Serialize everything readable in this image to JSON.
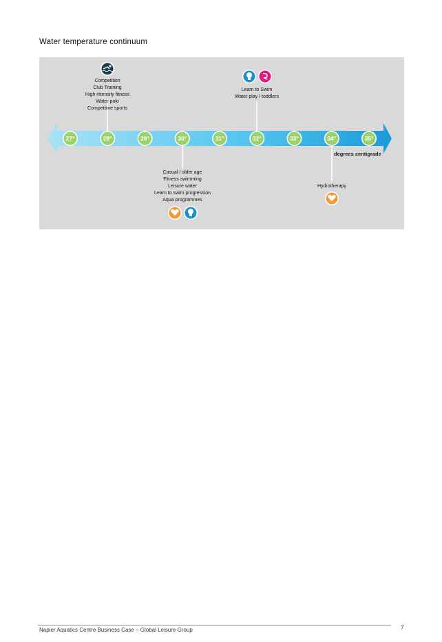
{
  "heading": "Water temperature continuum",
  "continuum": {
    "ticks": [
      "27°",
      "28°",
      "29°",
      "30°",
      "31°",
      "32°",
      "33°",
      "34°",
      "35°"
    ],
    "unit_label": "degrees centigrade",
    "groups": [
      {
        "temperature": "28°",
        "position": "above",
        "icons": [
          "swimmer-icon"
        ],
        "items": [
          "Competition",
          "Club Training",
          "High intensity fitness",
          "Water polo",
          "Competitive sports"
        ]
      },
      {
        "temperature": "32°",
        "position": "above",
        "icons": [
          "learn-icon",
          "toddler-play-icon"
        ],
        "items": [
          "Learn to Swim",
          "Water play / toddlers"
        ]
      },
      {
        "temperature": "30°",
        "position": "below",
        "icons": [
          "heart-health-icon",
          "learn-icon"
        ],
        "items": [
          "Casual / older age",
          "Fitness swimming",
          "Leisure water",
          "Learn to swim progression",
          "Aqua programmes"
        ]
      },
      {
        "temperature": "34°",
        "position": "below",
        "icons": [
          "heart-health-icon"
        ],
        "items": [
          "Hydrotherapy"
        ]
      }
    ],
    "colors": {
      "panel": "#d9d9d9",
      "arrow_light": "#8fd8f2",
      "arrow_dark": "#1aa0dc",
      "tick_fill": "#9bd06a",
      "swimmer_icon": "#1e3a4c",
      "learn_icon": "#1f8fc6",
      "toddler_icon": "#e8177e",
      "health_icon": "#f39a3a"
    }
  },
  "footer": {
    "text": "Napier Aquatics Centre Business Case – Global Leisure Group",
    "page": "7"
  }
}
